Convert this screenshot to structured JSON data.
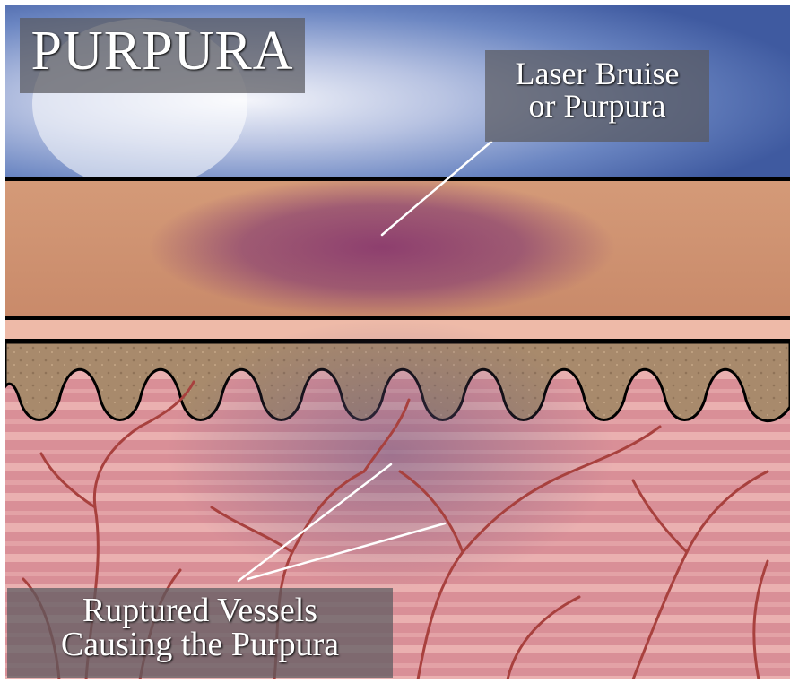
{
  "title": "PURPURA",
  "labels": {
    "bruise": [
      "Laser Bruise",
      "or Purpura"
    ],
    "vessels": [
      "Ruptured Vessels",
      "Causing the Purpura"
    ]
  },
  "colors": {
    "sky_light": "#f3f5fb",
    "sky_blue": "#5c78b8",
    "skin_surface": "#d49a78",
    "bruise": "#8a3a6e",
    "thin_layer": "#eebaa8",
    "epidermis": "#a48468",
    "dermis": "#d88e96",
    "vessel": "#a8413e"
  }
}
